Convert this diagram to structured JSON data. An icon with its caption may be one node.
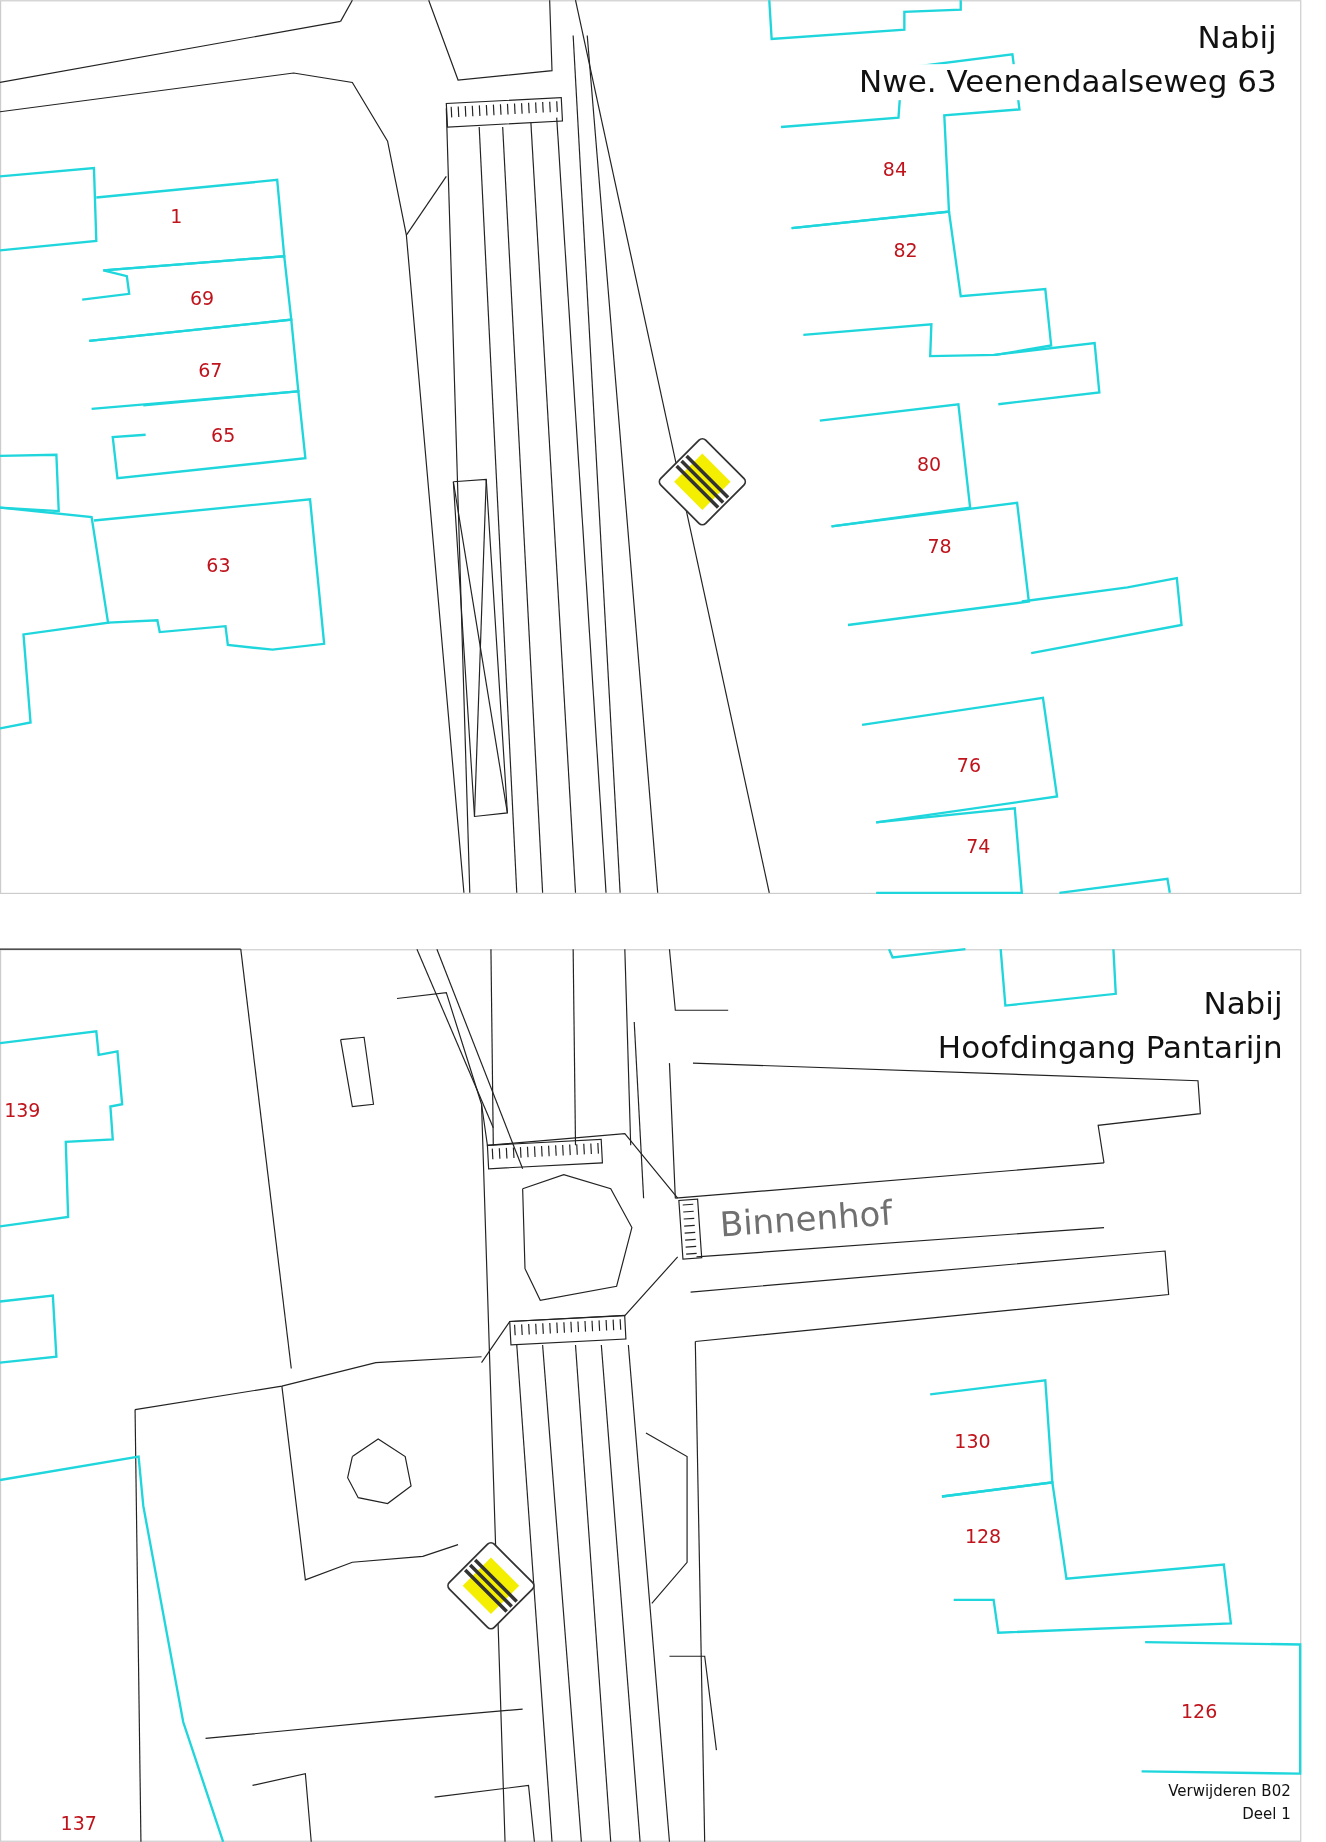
{
  "diagram": {
    "labels": [
      "Nabij",
      "Nwe. Veenendaalseweg 63",
      "84",
      "1",
      "82",
      "69",
      "67",
      "65",
      "80",
      "63",
      "78",
      "76",
      "74",
      "Nabij",
      "Hoofdingang Pantarijn",
      "139",
      "Binnenhof",
      "130",
      "128",
      "126",
      "137",
      "Verwijderen B02",
      "Deel 1"
    ]
  }
}
